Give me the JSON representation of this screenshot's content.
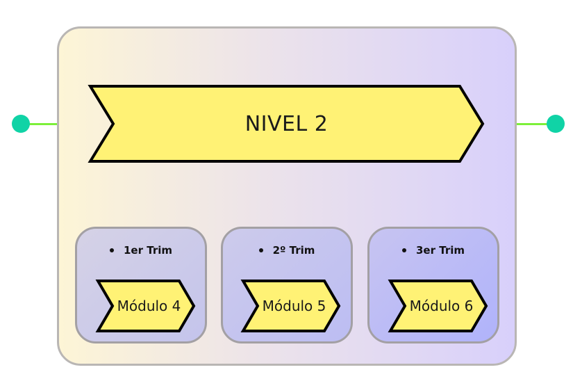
{
  "diagram": {
    "main_stage": {
      "label": "NIVEL 2"
    },
    "modules": [
      {
        "term": "1er Trim",
        "label": "Módulo 4"
      },
      {
        "term": "2º Trim",
        "label": "Módulo 5"
      },
      {
        "term": "3er Trim",
        "label": "Módulo 6"
      }
    ],
    "colors": {
      "arrow_fill": "#fff275",
      "connector_line": "#7cf03a",
      "connector_dot": "#10d3a6",
      "container_border": "#b9b6b4"
    }
  }
}
